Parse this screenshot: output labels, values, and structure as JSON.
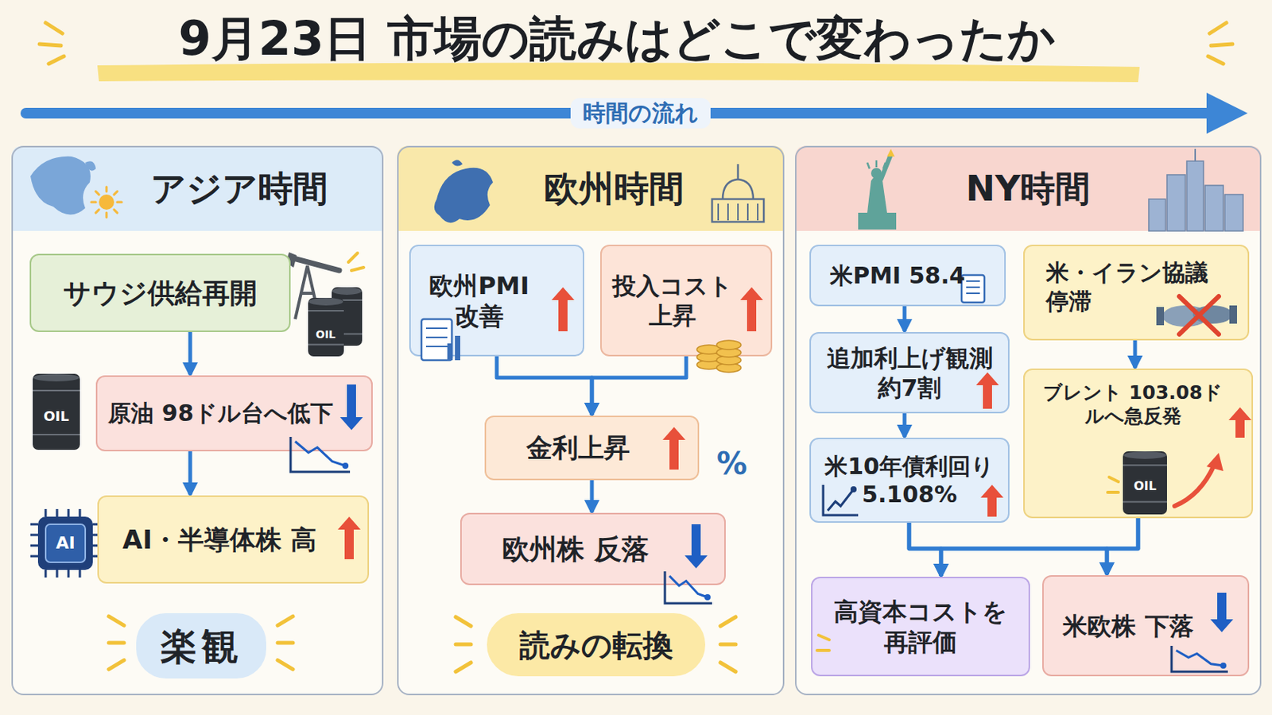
{
  "diagram": {
    "title": "9月23日 市場の読みはどこで変わったか",
    "nodes": [
      {
        "text": [
          "アジア時間"
        ]
      },
      {
        "text": [
          "サウジ供給再開"
        ],
        "in": 0
      },
      {
        "text": [
          "原油 98ドル台へ低下"
        ],
        "in": 0
      },
      {
        "text": [
          "AI・半導体株 高"
        ],
        "in": 0
      },
      {
        "text": [
          "楽観"
        ],
        "in": 0
      },
      {
        "text": [
          "欧州時間"
        ]
      },
      {
        "text": [
          "欧州PMI 改善"
        ],
        "in": 5
      },
      {
        "text": [
          "投入コスト 上昇"
        ],
        "in": 5
      },
      {
        "text": [
          "金利上昇"
        ],
        "in": 5
      },
      {
        "text": [
          "欧州株 反落"
        ],
        "in": 5
      },
      {
        "text": [
          "読みの転換"
        ],
        "in": 5
      },
      {
        "text": [
          "NY時間"
        ]
      },
      {
        "text": [
          "米PMI 58.4"
        ],
        "in": 11
      },
      {
        "text": [
          "米・イラン協議 停滞"
        ],
        "in": 11
      },
      {
        "text": [
          "追加利上げ観測 約7割"
        ],
        "in": 11
      },
      {
        "text": [
          "ブレント 103.08ドルへ急反発"
        ],
        "in": 11
      },
      {
        "text": [
          "米10年債利回り 5.108%"
        ],
        "in": 11
      },
      {
        "text": [
          "高資本コストを 再評価"
        ],
        "in": 11
      },
      {
        "text": [
          "米欧株 下落"
        ],
        "in": 11
      }
    ],
    "edges": [
      {
        "from": 1,
        "to": 2,
        "arrow": "to"
      },
      {
        "from": 2,
        "to": 3,
        "arrow": "to"
      },
      {
        "from": 6,
        "to": 8,
        "arrow": "to"
      },
      {
        "from": 7,
        "to": 8,
        "arrow": "to"
      },
      {
        "from": 8,
        "to": 9,
        "arrow": "to"
      },
      {
        "from": 12,
        "to": 14,
        "arrow": "to"
      },
      {
        "from": 14,
        "to": 16,
        "arrow": "to"
      },
      {
        "from": 13,
        "to": 15,
        "arrow": "to"
      },
      {
        "from": 16,
        "to": 17,
        "arrow": "to"
      },
      {
        "from": 16,
        "to": 18,
        "arrow": "to"
      },
      {
        "from": 15,
        "to": 17,
        "arrow": "to"
      },
      {
        "from": 15,
        "to": 18,
        "arrow": "to"
      }
    ],
    "labels": [
      "時間の流れ",
      "OIL",
      "OIL",
      "AI",
      "%",
      "OIL"
    ]
  }
}
